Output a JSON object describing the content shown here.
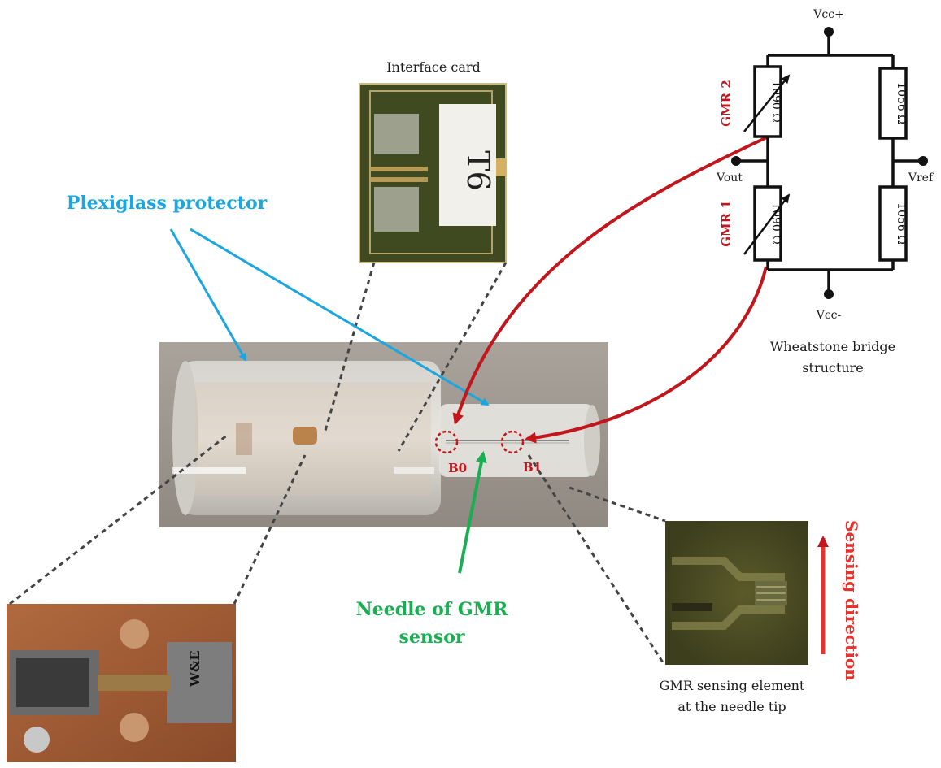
{
  "labels": {
    "interface_card": "Interface card",
    "plexiglass": "Plexiglass protector",
    "needle_line1": "Needle of GMR",
    "needle_line2": "sensor",
    "sensing_element_line1": "GMR sensing element",
    "sensing_element_line2": "at the needle tip",
    "sensing_direction": "Sensing direction",
    "wheatstone_line1": "Wheatstone bridge",
    "wheatstone_line2": "structure",
    "b0": "B0",
    "b1": "B1",
    "card_sticker": "T6",
    "usb_board_text": "W&E"
  },
  "circuit": {
    "vcc_plus": "Vcc+",
    "vcc_minus": "Vcc-",
    "vout": "Vout",
    "vref": "Vref",
    "gmr2": "GMR 2",
    "gmr1": "GMR 1",
    "r_gmr2": "1090 Ω",
    "r_gmr1": "1090 Ω",
    "r_top_right": "1056 Ω",
    "r_bottom_right": "1056 Ω"
  },
  "colors": {
    "blue_label": "#1aa7e0",
    "green_label": "#1aae52",
    "red_arrow": "#c0161c",
    "sensing_arrow": "#e8322c"
  }
}
